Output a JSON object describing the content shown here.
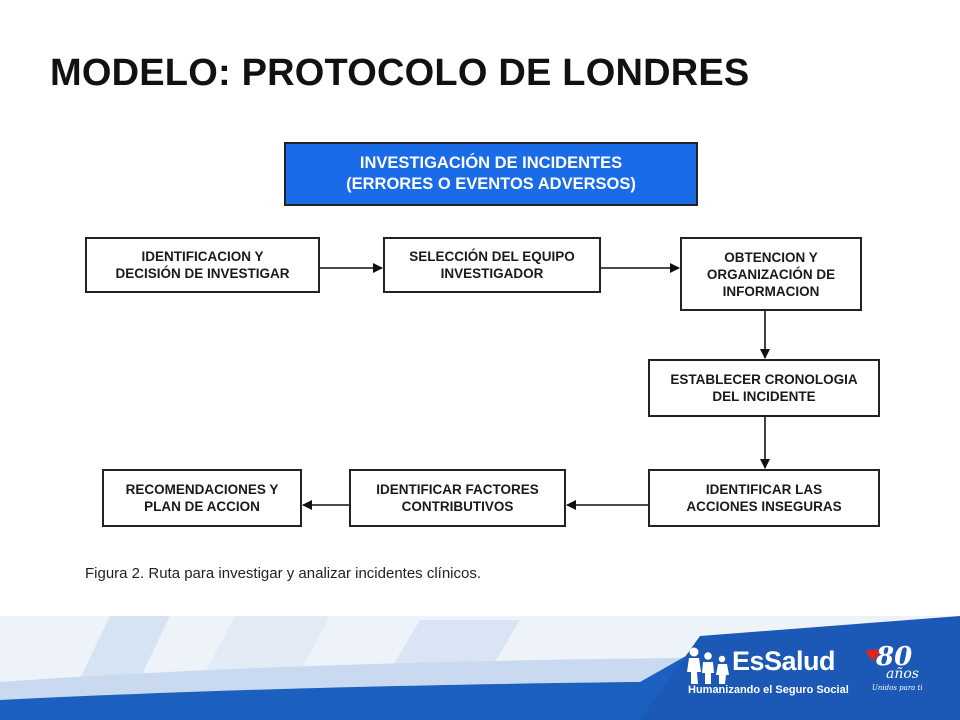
{
  "title": "MODELO: PROTOCOLO DE LONDRES",
  "diagram": {
    "header": {
      "line1": "INVESTIGACIÓN DE INCIDENTES",
      "line2": "(ERRORES O EVENTOS ADVERSOS)"
    },
    "steps": [
      {
        "line1": "IDENTIFICACION Y",
        "line2": "DECISIÓN DE INVESTIGAR",
        "line3": ""
      },
      {
        "line1": "SELECCIÓN DEL EQUIPO",
        "line2": "INVESTIGADOR",
        "line3": ""
      },
      {
        "line1": "OBTENCION Y",
        "line2": "ORGANIZACIÓN DE",
        "line3": "INFORMACION"
      },
      {
        "line1": "ESTABLECER CRONOLOGIA",
        "line2": "DEL INCIDENTE",
        "line3": ""
      },
      {
        "line1": "IDENTIFICAR LAS",
        "line2": "ACCIONES INSEGURAS",
        "line3": ""
      },
      {
        "line1": "IDENTIFICAR FACTORES",
        "line2": "CONTRIBUTIVOS",
        "line3": ""
      },
      {
        "line1": "RECOMENDACIONES Y",
        "line2": "PLAN DE ACCION",
        "line3": ""
      }
    ],
    "caption": "Figura 2. Ruta para investigar y analizar incidentes clínicos."
  },
  "footer": {
    "brand": "EsSalud",
    "tagline": "Humanizando el Seguro Social",
    "anniversary_number": "80",
    "anniversary_word": "años",
    "anniversary_sub": "Unidos para ti"
  },
  "colors": {
    "header_fill": "#1a6be8",
    "footer_blue": "#1b5fbf",
    "footer_light": "#dbe7f5"
  }
}
